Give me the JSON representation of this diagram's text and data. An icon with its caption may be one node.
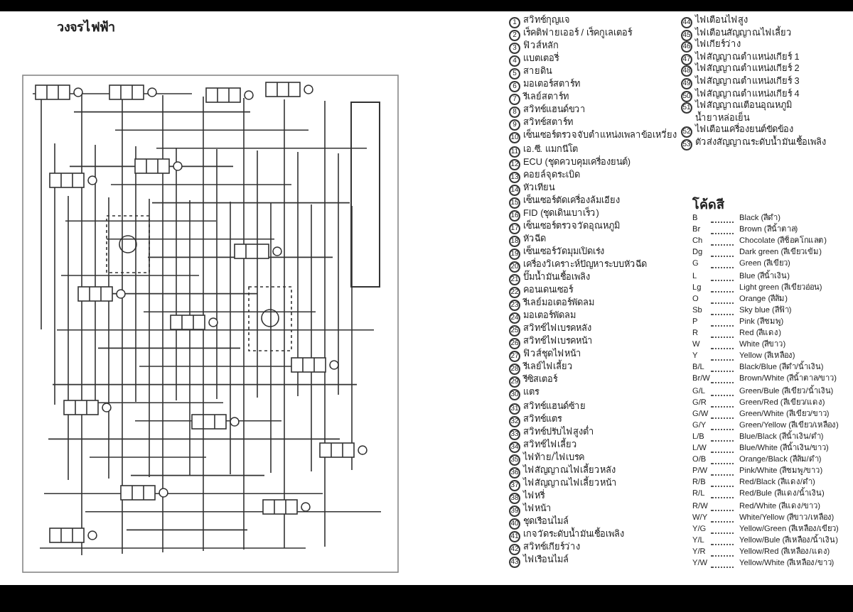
{
  "diagram": {
    "title": "วงจรไฟฟ้า",
    "labels": [
      "1",
      "สวิทช์กุญแจ",
      "2",
      "เร็คติฟายเออร์ / เร็คกูเลเตอร์",
      "3",
      "ฟิวส์หลัก",
      "4",
      "แบตเตอรี่",
      "5",
      "สายดิน",
      "6",
      "มอเตอร์สตาร์ท",
      "7",
      "รีเลย์สตาร์ท",
      "8",
      "สวิทช์แฮนด์ขวา",
      "9",
      "สวิทช์สตาร์ท",
      "10",
      "เซ็นเซอร์ตรวจจับตำแหน่งเพลาข้อเหวี่ยง",
      "11",
      "เอ.ซี. แมกนีโต",
      "12",
      "ECU (ชุดควบคุมเครื่องยนต์)",
      "13",
      "คอยล์จุดระเบิด",
      "14",
      "หัวเทียน",
      "15",
      "เซ็นเซอร์ตัดเครื่องล้มเอียง",
      "16",
      "FID (ชุดเดินเบาเร็ว)",
      "17",
      "เซ็นเซอร์ตรวจวัดอุณหภูมิ",
      "18",
      "หัวฉีด",
      "19",
      "เซ็นเซอร์วัดมุมเปิดเร่ง",
      "20",
      "เครื่องวิเคราะห์ปัญหาระบบหัวฉีด",
      "21",
      "ปั๊มน้ำมันเชื้อเพลิง",
      "22",
      "คอนเดนเซอร์",
      "23",
      "รีเลย์มอเตอร์พัดลม",
      "24",
      "มอเตอร์พัดลม",
      "25",
      "สวิทช์ไฟเบรคหลัง",
      "26",
      "สวิทช์ไฟเบรคหน้า",
      "27",
      "ฟิวส์ชุดไฟหน้า",
      "28",
      "รีเลย์ไฟเลี้ยว",
      "29",
      "รีซิสเตอร์",
      "30",
      "แตร",
      "31",
      "สวิทช์แฮนด์ซ้าย",
      "32",
      "สวิทช์แตร",
      "33",
      "สวิทช์ปรับไฟสูงต่ำ",
      "34",
      "สวิทช์ไฟเลี้ยว",
      "35",
      "ไฟท้าย/ไฟเบรค",
      "36",
      "ไฟสัญญาณไฟเลี้ยวหลัง",
      "37",
      "ไฟสัญญาณไฟเลี้ยวหน้า",
      "38",
      "ไฟหรี่",
      "39",
      "ไฟหน้า",
      "40",
      "ชุดเรือนไมล์",
      "41",
      "เกจวัดระดับน้ำมันเชื้อเพลิง",
      "42",
      "สวิทช์เกียร์ว่าง",
      "43",
      "ไฟเรือนไมล์",
      "44",
      "ไฟเตือนไฟสูง",
      "45",
      "ไฟเตือนสัญญาณไฟเลี้ยว",
      "46",
      "ไฟเกียร์ว่าง",
      "47",
      "ไฟสัญญาณตำแหน่งเกียร์ 1",
      "48",
      "ไฟสัญญาณตำแหน่งเกียร์ 2",
      "49",
      "ไฟสัญญาณตำแหน่งเกียร์ 3",
      "50",
      "ไฟสัญญาณตำแหน่งเกียร์ 4",
      "51",
      "ไฟสัญญาณเตือนอุณหภูมิน้ำยาหล่อเย็น",
      "52",
      "ไฟเตือนเครื่องยนต์ขัดข้อง",
      "53",
      "ตัวส่งสัญญาณระดับน้ำมันเชื้อเพลิง",
      "โค้ดสี",
      "B",
      "Black (สีดำ)",
      "Br",
      "Brown (สีน้ำตาล)",
      "Ch",
      "Chocolate (สีช็อคโกแลต)",
      "Dg",
      "Dark green (สีเขียวเข้ม)",
      "G",
      "Green (สีเขียว)",
      "L",
      "Blue (สีน้ำเงิน)",
      "Lg",
      "Light green (สีเขียวอ่อน)",
      "O",
      "Orange (สีส้ม)",
      "Sb",
      "Sky blue (สีฟ้า)",
      "P",
      "Pink (สีชมพู)",
      "R",
      "Red (สีแดง)",
      "W",
      "White (สีขาว)",
      "Y",
      "Yellow (สีเหลือง)",
      "B/L",
      "Black/Blue (สีดำ/น้ำเงิน)",
      "Br/W",
      "Brown/White (สีน้ำตาล/ขาว)",
      "G/L",
      "Green/Bule (สีเขียว/น้ำเงิน)",
      "G/R",
      "Green/Red (สีเขียว/แดง)",
      "G/W",
      "Green/White (สีเขียว/ขาว)",
      "G/Y",
      "Green/Yellow (สีเขียว/เหลือง)",
      "L/B",
      "Blue/Black (สีน้ำเงิน/ดำ)",
      "L/W",
      "Blue/White (สีน้ำเงิน/ขาว)",
      "O/B",
      "Orange/Black (สีส้ม/ดำ)",
      "P/W",
      "Pink/White (สีชมพู/ขาว)",
      "R/B",
      "Red/Black (สีแดง/ดำ)",
      "R/L",
      "Red/Bule (สีแดง/น้ำเงิน)",
      "R/W",
      "Red/White (สีแดง/ขาว)",
      "W/Y",
      "White/Yellow (สีขาว/เหลือง)",
      "Y/G",
      "Yellow/Green (สีเหลือง/เขียว)",
      "Y/L",
      "Yellow/Bule (สีเหลือง/น้ำเงิน)",
      "Y/R",
      "Yellow/Red (สีเหลือง/แดง)",
      "Y/W",
      "Yellow/White (สีเหลือง/ขาว)"
    ]
  }
}
